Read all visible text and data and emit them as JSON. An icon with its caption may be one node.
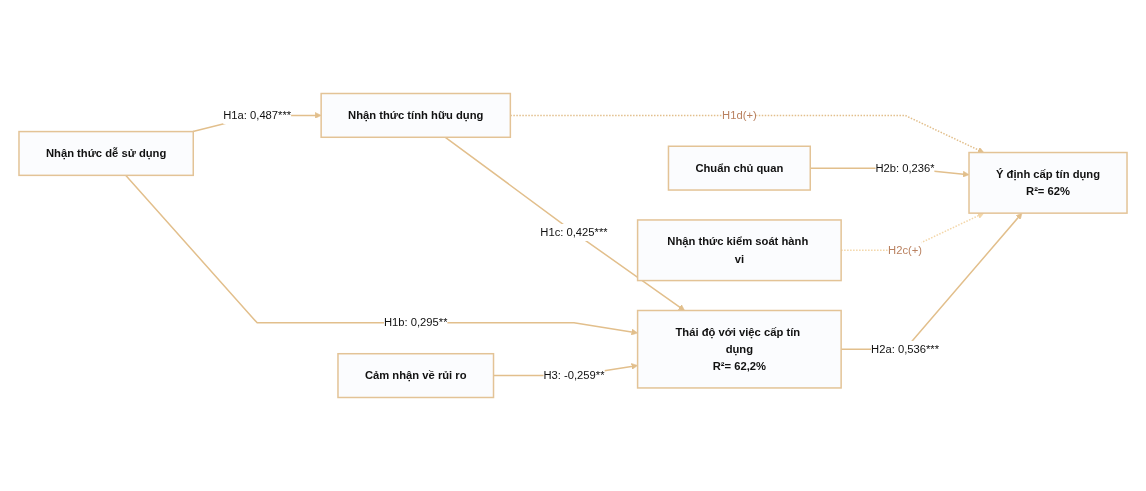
{
  "diagram": {
    "nodes": [
      {
        "text": [
          "Nhận thức tính hữu dụng"
        ]
      },
      {
        "text": [
          "Chuẩn chủ quan"
        ]
      },
      {
        "text": [
          "Nhận thức kiểm soát hành vi"
        ]
      },
      {
        "text": [
          "Nhận thức dễ sử dụng"
        ]
      },
      {
        "text": [
          "Thái độ với việc cấp tín dụng",
          "R²= 62,2%"
        ]
      },
      {
        "text": [
          "Ý định cấp tín dụng",
          "R²= 62%"
        ]
      },
      {
        "text": [
          "Cảm nhận về rủi ro"
        ]
      }
    ],
    "edges": [
      {
        "from": 3,
        "to": 0,
        "arrow": "to",
        "label": "H1a: 0,487***"
      },
      {
        "from": 0,
        "to": 4,
        "arrow": "to",
        "label": "H1c: 0,425***"
      },
      {
        "from": 0,
        "to": 5,
        "arrow": "to",
        "label": "H1d(+)",
        "style": "dashed"
      },
      {
        "from": 1,
        "to": 5,
        "arrow": "to",
        "label": "H2b: 0,236*"
      },
      {
        "from": 2,
        "to": 5,
        "arrow": "to",
        "label": "H2c(+)",
        "style": "dashed",
        "color": "#f3d6a8"
      },
      {
        "from": 3,
        "to": 4,
        "arrow": "to",
        "label": "H1b: 0,295**"
      },
      {
        "from": 4,
        "to": 5,
        "arrow": "to",
        "label": "H2a: 0,536***"
      },
      {
        "from": 6,
        "to": 4,
        "arrow": "to",
        "label": "H3: -0,259**"
      }
    ]
  }
}
